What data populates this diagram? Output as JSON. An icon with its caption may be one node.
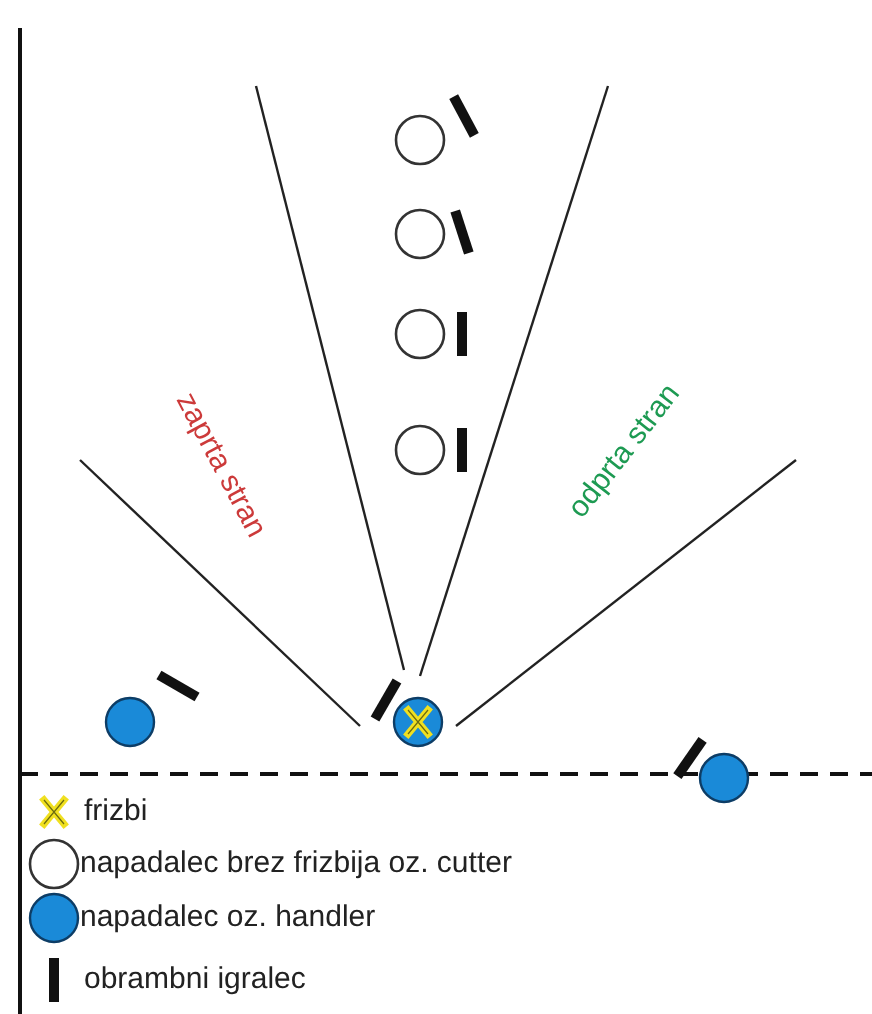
{
  "diagram": {
    "labels": [
      "zaprta stran",
      "odprta stran"
    ],
    "legend": [
      {
        "text": "frizbi"
      },
      {
        "text": "napadalec brez frizbija oz. cutter"
      },
      {
        "text": "napadalec oz. handler"
      },
      {
        "text": "obrambni igralec"
      }
    ]
  }
}
